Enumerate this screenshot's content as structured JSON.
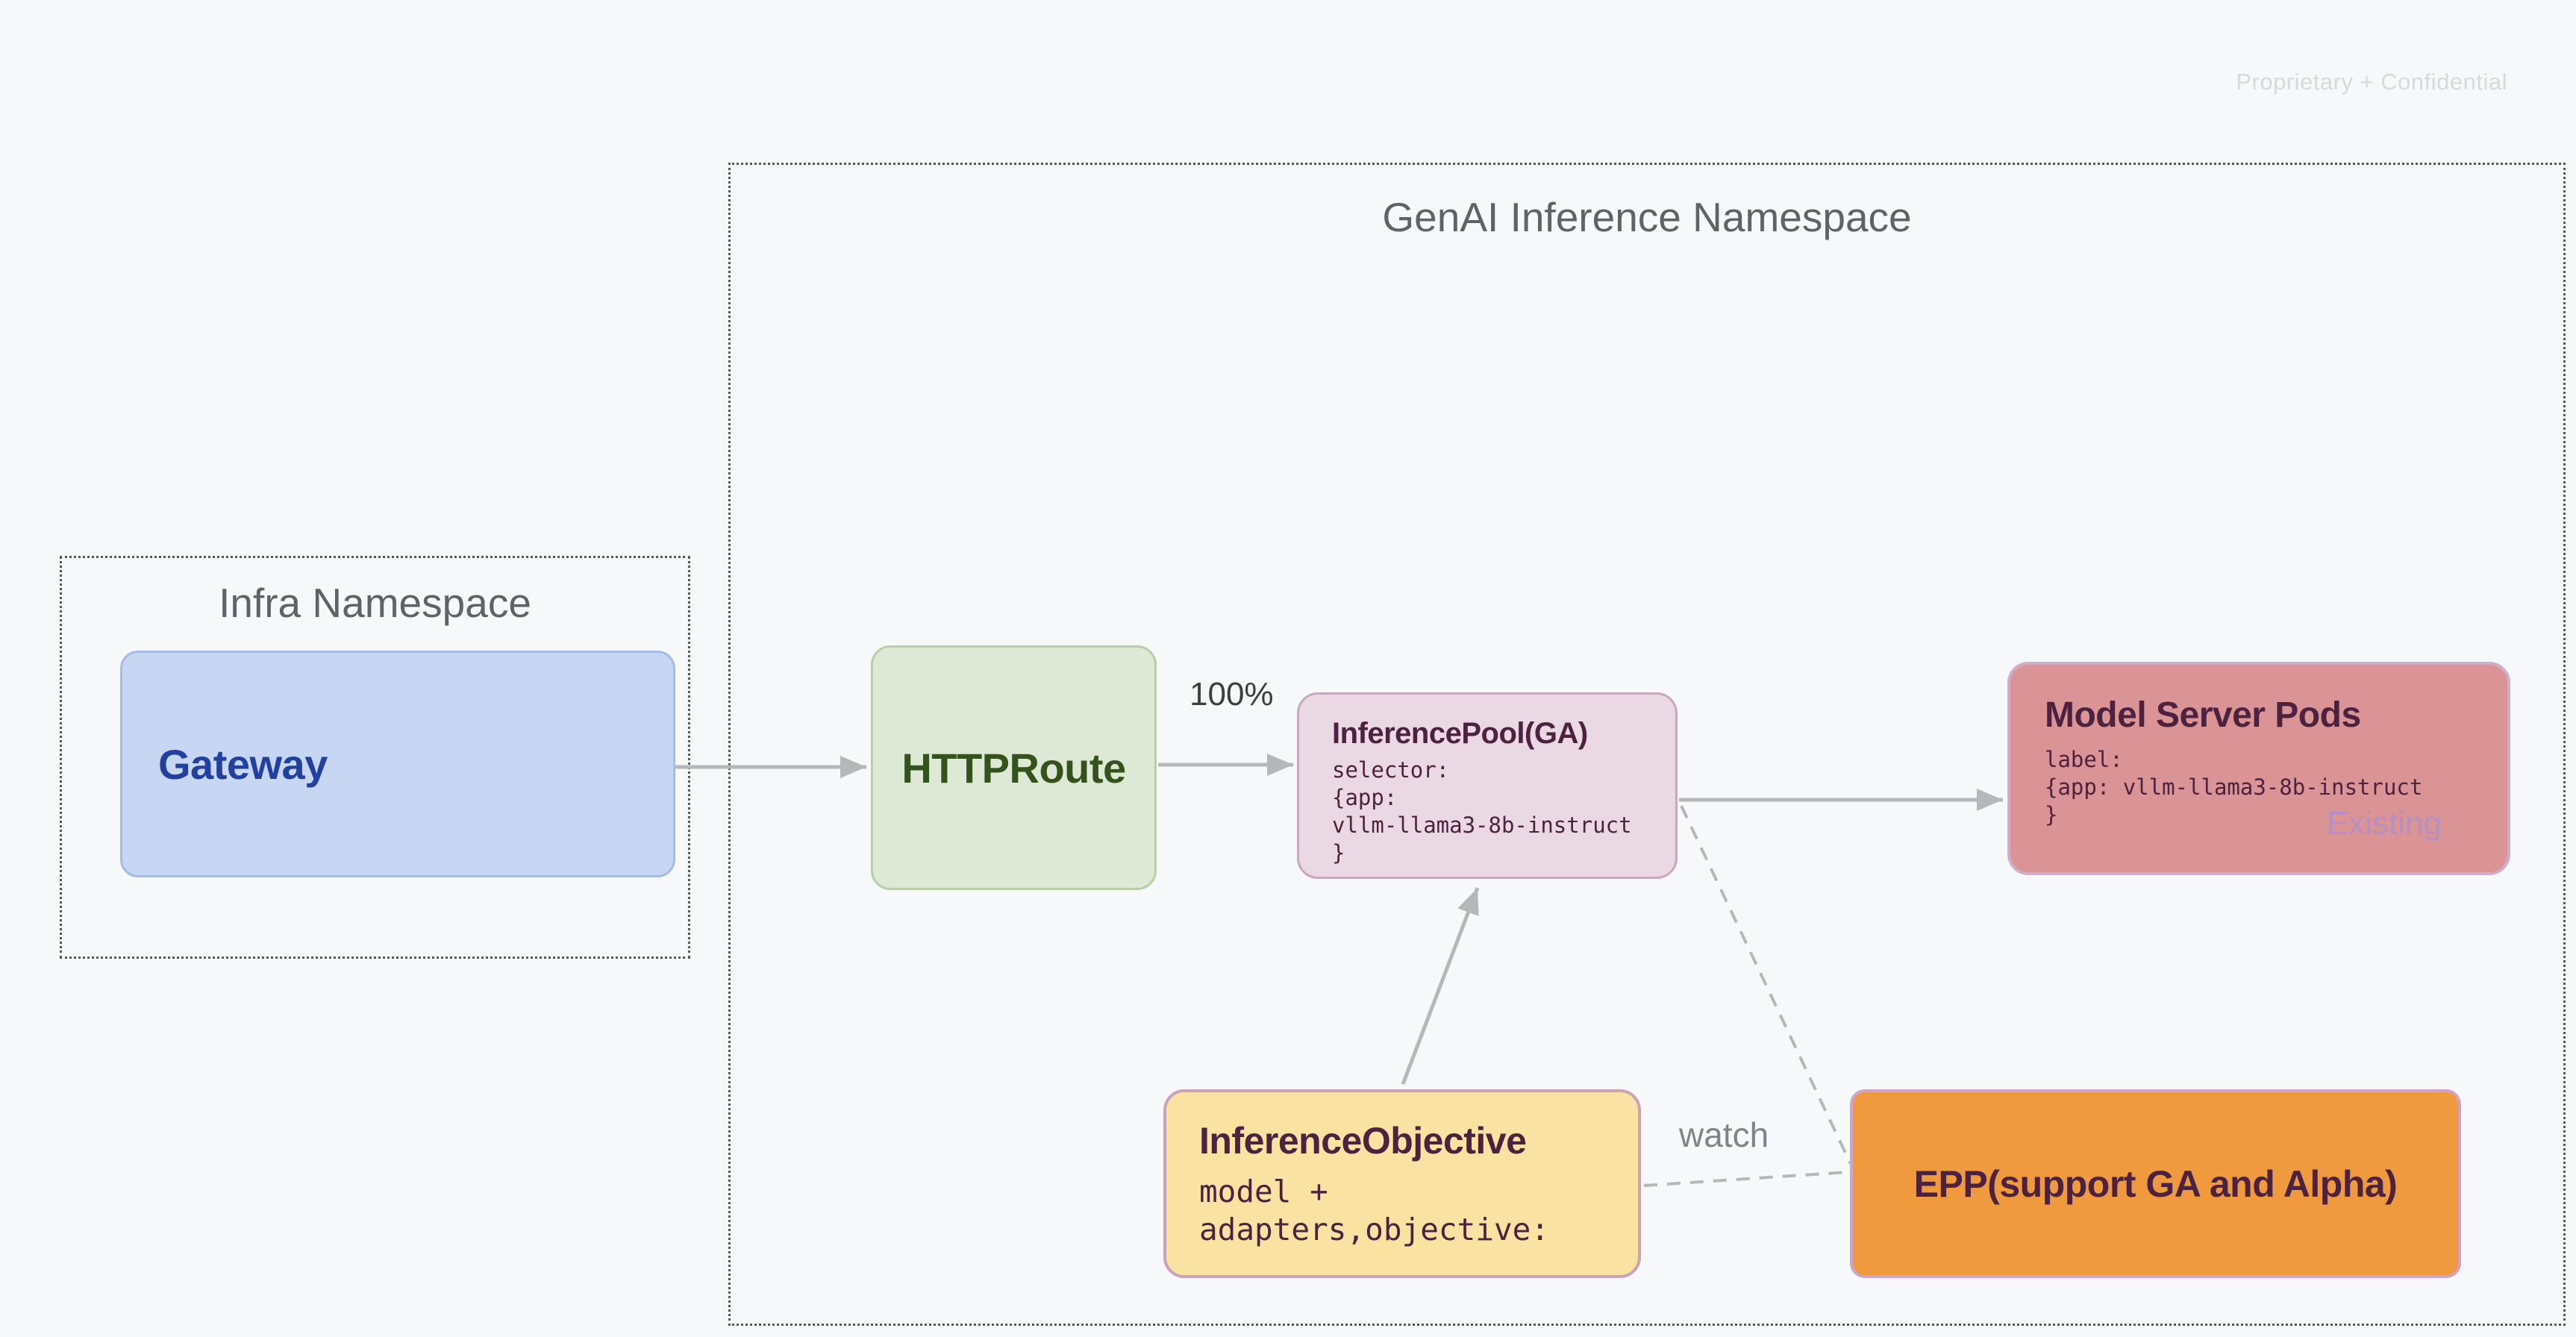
{
  "slide": {
    "watermark": "Proprietary + Confidential",
    "background_color": "#f7f8fa"
  },
  "namespaces": {
    "genai": {
      "title": "GenAI Inference Namespace"
    },
    "infra": {
      "title": "Infra Namespace"
    }
  },
  "nodes": {
    "gateway": {
      "label": "Gateway",
      "fill": "#c7d6f3",
      "text_color": "#21409f"
    },
    "httproute": {
      "label": "HTTPRoute",
      "fill": "#dde9d5",
      "text_color": "#33531d"
    },
    "inference_pool": {
      "title": "InferencePool(GA)",
      "code": [
        "selector:",
        "{app:",
        "vllm-llama3-8b-instruct",
        "}"
      ],
      "fill": "#ead9e2"
    },
    "model_server_pods": {
      "title": "Model Server Pods",
      "code": [
        "label:",
        "{app: vllm-llama3-8b-instruct",
        "}"
      ],
      "status_label": "Existing",
      "fill": "#db9495",
      "status_color": "#b58fc5"
    },
    "inference_objective": {
      "title": "InferenceObjective",
      "code": [
        "model +",
        "adapters,objective:"
      ],
      "fill": "#f9e2a2"
    },
    "epp": {
      "label": "EPP(support GA and Alpha)",
      "fill": "#ef9a3f"
    }
  },
  "labels": {
    "traffic_split": "100%",
    "watch": "watch"
  },
  "edges": [
    {
      "from": "Gateway",
      "to": "HTTPRoute",
      "style": "solid-arrow",
      "label": ""
    },
    {
      "from": "HTTPRoute",
      "to": "InferencePool(GA)",
      "style": "solid-arrow",
      "label": "100%"
    },
    {
      "from": "InferencePool(GA)",
      "to": "Model Server Pods",
      "style": "solid-arrow",
      "label": ""
    },
    {
      "from": "InferenceObjective",
      "to": "InferencePool(GA)",
      "style": "solid-arrow",
      "label": ""
    },
    {
      "from": "InferencePool(GA)",
      "to": "EPP(support GA and Alpha)",
      "style": "dashed",
      "label": "watch"
    },
    {
      "from": "InferenceObjective",
      "to": "EPP(support GA and Alpha)",
      "style": "dashed",
      "label": "watch"
    }
  ],
  "colors": {
    "arrow": "#b6b7ba",
    "namespace_border": "#55585c",
    "namespace_title": "#5f6368",
    "plum_text": "#4d2140",
    "watermark_text": "#d7d9dc"
  }
}
